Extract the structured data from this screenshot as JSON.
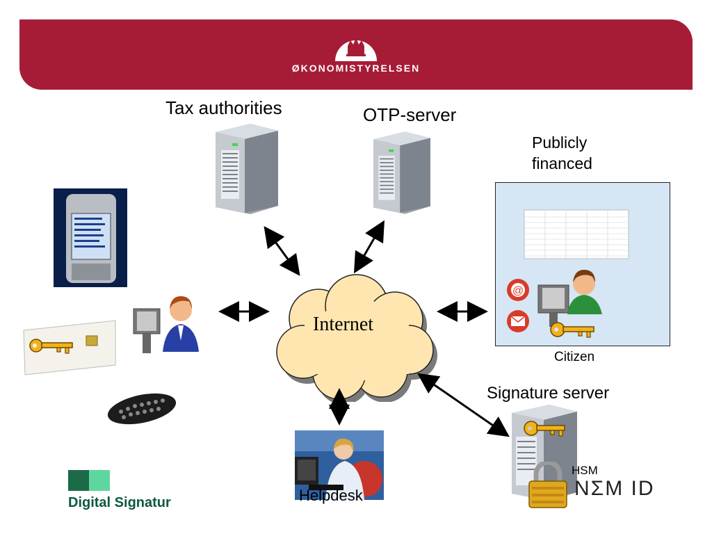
{
  "header": {
    "brand": "ØKONOMISTYRELSEN"
  },
  "nodes": {
    "tax_authorities": "Tax authorities",
    "otp_server": "OTP-server",
    "publicly_financed_line1": "Publicly",
    "publicly_financed_line2": "financed",
    "internet": "Internet",
    "citizen": "Citizen",
    "signature_server": "Signature server",
    "hsm": "HSM",
    "helpdesk": "Helpdesk"
  },
  "logos": {
    "digital_signatur": "Digital Signatur",
    "nemid": "NΣM ID"
  },
  "colors": {
    "header": "#a61c37",
    "cloud": "#ffe6b0",
    "key": "#f2b21a",
    "ds_dark": "#1b6b48",
    "ds_light": "#5fd6a0"
  }
}
